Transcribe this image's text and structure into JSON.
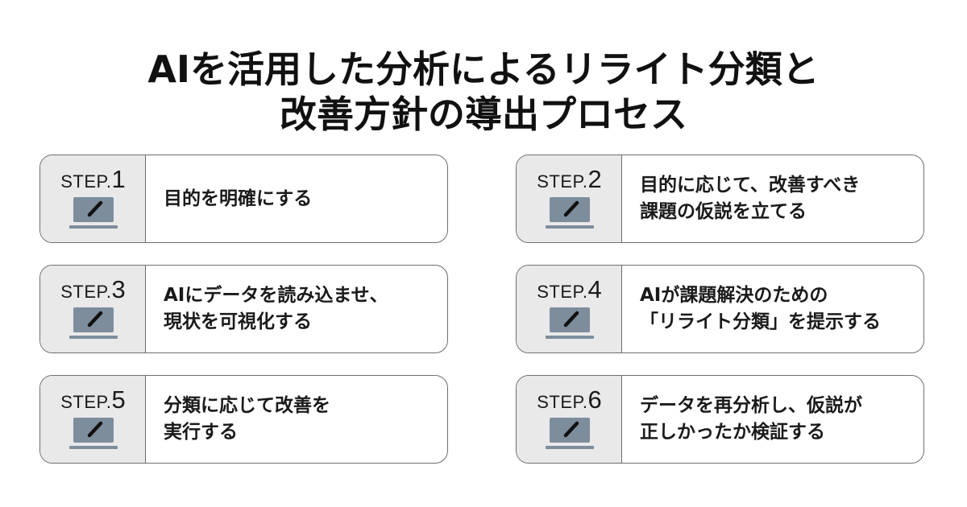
{
  "title": {
    "line1": "AIを活用した分析によるリライト分類と",
    "line2": "改善方針の導出プロセス"
  },
  "step_prefix": "STEP.",
  "steps": [
    {
      "num": "1",
      "lines": [
        "目的を明確にする"
      ]
    },
    {
      "num": "2",
      "lines": [
        "目的に応じて、改善すべき",
        "課題の仮説を立てる"
      ]
    },
    {
      "num": "3",
      "lines": [
        "AIにデータを読み込ませ、",
        "現状を可視化する"
      ]
    },
    {
      "num": "4",
      "lines": [
        "AIが課題解決のための",
        "「リライト分類」を提示する"
      ]
    },
    {
      "num": "5",
      "lines": [
        "分類に応じて改善を",
        "実行する"
      ]
    },
    {
      "num": "6",
      "lines": [
        "データを再分析し、仮説が",
        "正しかったか検証する"
      ]
    }
  ],
  "icon": "laptop-pen-icon",
  "colors": {
    "card_border": "#6e6e6e",
    "label_bg": "#e9e9ea",
    "icon": "#7d8d9c",
    "icon_stroke": "#111111"
  }
}
